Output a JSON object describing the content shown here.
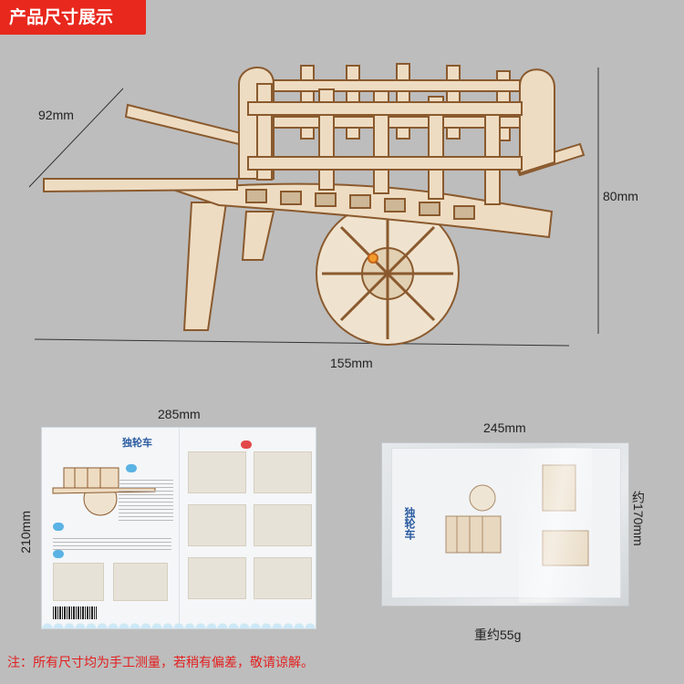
{
  "header": {
    "title": "产品尺寸展示"
  },
  "product": {
    "dimensions": {
      "depth": "92mm",
      "height": "80mm",
      "length": "155mm"
    }
  },
  "manual": {
    "width": "285mm",
    "height": "210mm",
    "title": "独轮车"
  },
  "package": {
    "width": "245mm",
    "height": "约170mm",
    "weight": "重约55g",
    "title": "独轮车"
  },
  "footer": {
    "note": "注：所有尺寸均为手工测量，若稍有偏差，敬请谅解。"
  },
  "colors": {
    "accent": "#e8281d",
    "background": "#bdbdbd",
    "wood": "#eedcc2",
    "wood_edge": "#8a5a2e",
    "manual_blue": "#5ab3e4"
  }
}
